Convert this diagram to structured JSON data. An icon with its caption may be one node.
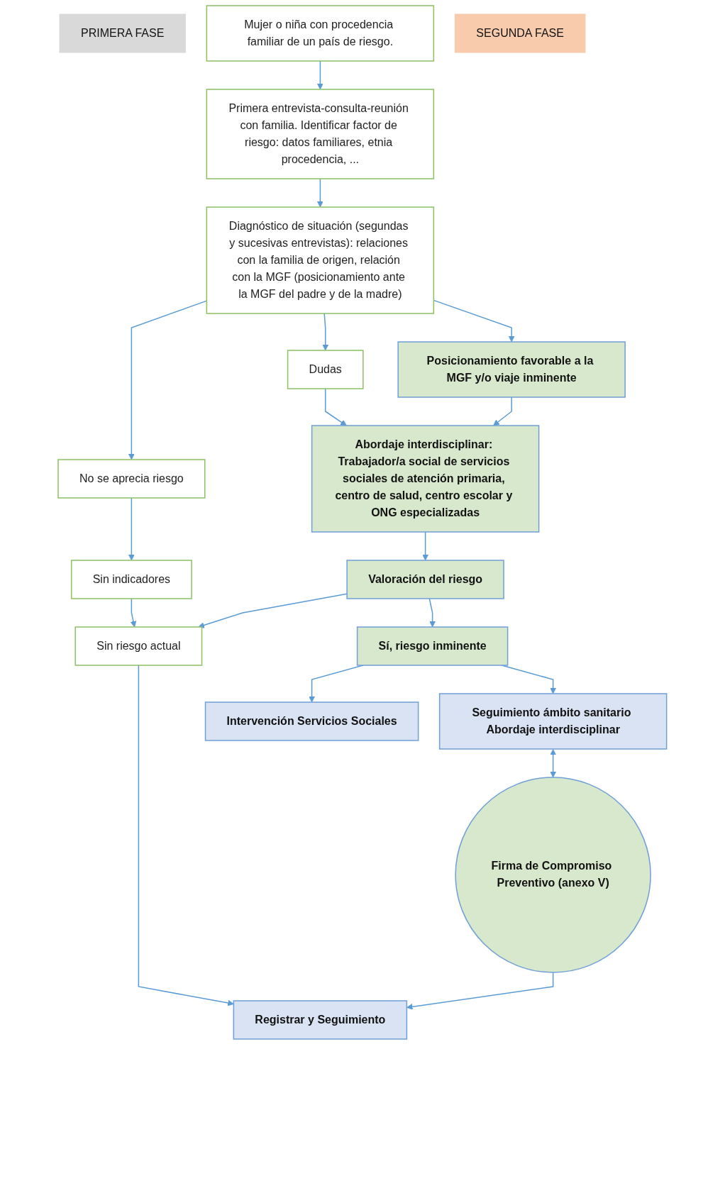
{
  "diagram": {
    "nodes": [
      {
        "text": [
          "PRIMERA FASE"
        ]
      },
      {
        "text": [
          "Mujer o niña con procedencia familiar de un país de riesgo."
        ]
      },
      {
        "text": [
          "Primera entrevista-consulta-reunión con familia. Identificar factor de riesgo: datos familiares, etnia procedencia, ..."
        ]
      },
      {
        "text": [
          "Diagnóstico de situación (segundas y sucesivas entrevistas): relaciones con la familia de origen, relación con la MGF (posicionamiento ante la MGF del padre y de la madre)"
        ]
      },
      {
        "text": [
          "SEGUNDA FASE"
        ]
      },
      {
        "text": [
          "No se aprecia riesgo"
        ]
      },
      {
        "text": [
          "Dudas"
        ]
      },
      {
        "text": [
          "Posicionamiento favorable a la MGF y/o viaje inminente"
        ]
      },
      {
        "text": [
          "Sin indicadores"
        ]
      },
      {
        "text": [
          "Abordaje interdisciplinar: Trabajador/a social de servicios sociales de atención primaria, centro de salud, centro escolar y ONG especializadas"
        ]
      },
      {
        "text": [
          "Valoración del riesgo"
        ]
      },
      {
        "text": [
          "Sin riesgo actual"
        ]
      },
      {
        "text": [
          "Sí, riesgo inminente"
        ]
      },
      {
        "text": [
          "Seguimiento ámbito sanitario Abordaje interdisciplinar"
        ]
      },
      {
        "text": [
          "Intervención Servicios Sociales"
        ]
      },
      {
        "text": [
          "Firma de Compromiso Preventivo (anexo V)"
        ]
      },
      {
        "text": [
          "Registrar y Seguimiento"
        ]
      }
    ],
    "edges": [
      {
        "from": 1,
        "to": 2,
        "arrow": "to"
      },
      {
        "from": 2,
        "to": 3,
        "arrow": "to"
      },
      {
        "from": 3,
        "to": 5,
        "arrow": "to"
      },
      {
        "from": 3,
        "to": 6,
        "arrow": "to"
      },
      {
        "from": 3,
        "to": 7,
        "arrow": "to"
      },
      {
        "from": 5,
        "to": 8,
        "arrow": "to"
      },
      {
        "from": 6,
        "to": 9,
        "arrow": "to"
      },
      {
        "from": 7,
        "to": 9,
        "arrow": "to"
      },
      {
        "from": 8,
        "to": 11,
        "arrow": "to"
      },
      {
        "from": 9,
        "to": 10,
        "arrow": "to"
      },
      {
        "from": 10,
        "to": 11,
        "arrow": "to"
      },
      {
        "from": 10,
        "to": 12,
        "arrow": "to"
      },
      {
        "from": 12,
        "to": 13,
        "arrow": "to"
      },
      {
        "from": 12,
        "to": 14,
        "arrow": "to"
      },
      {
        "from": 13,
        "to": 15,
        "arrow": "both"
      },
      {
        "from": 11,
        "to": 16,
        "arrow": "to"
      },
      {
        "from": 15,
        "to": 16,
        "arrow": "to"
      }
    ]
  }
}
